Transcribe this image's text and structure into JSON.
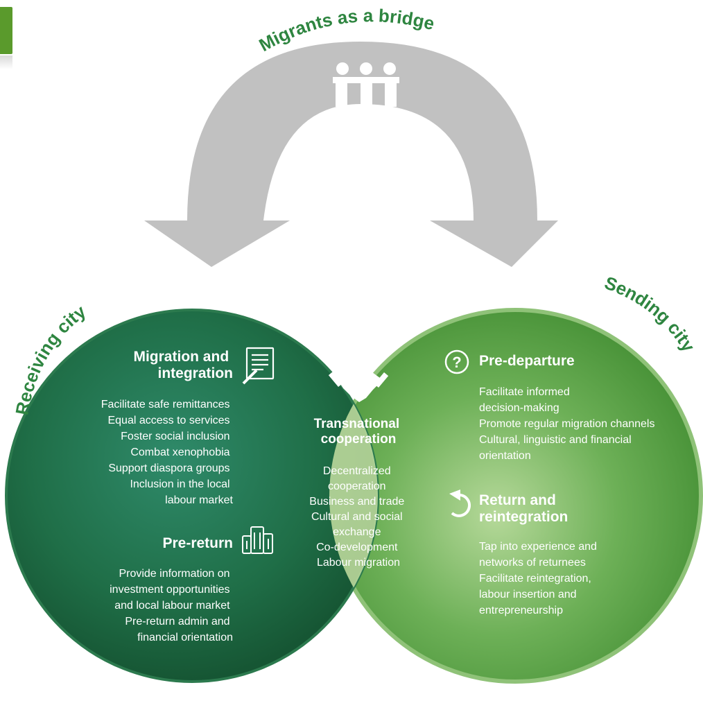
{
  "title": "Migrants as a bridge",
  "receiving": {
    "label": "Receiving city",
    "sections": [
      {
        "heading": [
          "Migration and",
          "integration"
        ],
        "icon": "document-pen-icon",
        "items": [
          "Facilitate safe remittances",
          "Equal access to services",
          "Foster social inclusion",
          "Combat xenophobia",
          "Support diaspora groups",
          "Inclusion in the local",
          "labour market"
        ]
      },
      {
        "heading": [
          "Pre-return"
        ],
        "icon": "buildings-icon",
        "items": [
          "Provide information on",
          "investment opportunities",
          "and local labour market",
          "Pre-return admin and",
          "financial orientation"
        ]
      }
    ]
  },
  "sending": {
    "label": "Sending city",
    "sections": [
      {
        "heading": [
          "Pre-departure"
        ],
        "icon": "question-icon",
        "items": [
          "Facilitate informed",
          "decision-making",
          "Promote regular migration channels",
          "Cultural, linguistic and financial",
          "orientation"
        ]
      },
      {
        "heading": [
          "Return and",
          "reintegration"
        ],
        "icon": "return-arrow-icon",
        "items": [
          "Tap into experience and",
          "networks of returnees",
          "Facilitate reintegration,",
          "labour insertion and",
          "entrepreneurship"
        ]
      }
    ]
  },
  "center": {
    "heading": [
      "Transnational",
      "cooperation"
    ],
    "icon": "handshake-icon",
    "items": [
      "Decentralized",
      "cooperation",
      "Business and trade",
      "Cultural and social",
      "exchange",
      "Co-development",
      "Labour migration"
    ]
  },
  "colors": {
    "dark_green": "#1f6b43",
    "light_green": "#4e9e3a",
    "overlap": "#c4dfa1",
    "arrow_gray": "#c1c1c1",
    "label_green": "#2e8540",
    "tab_green": "#5a9a2c"
  }
}
